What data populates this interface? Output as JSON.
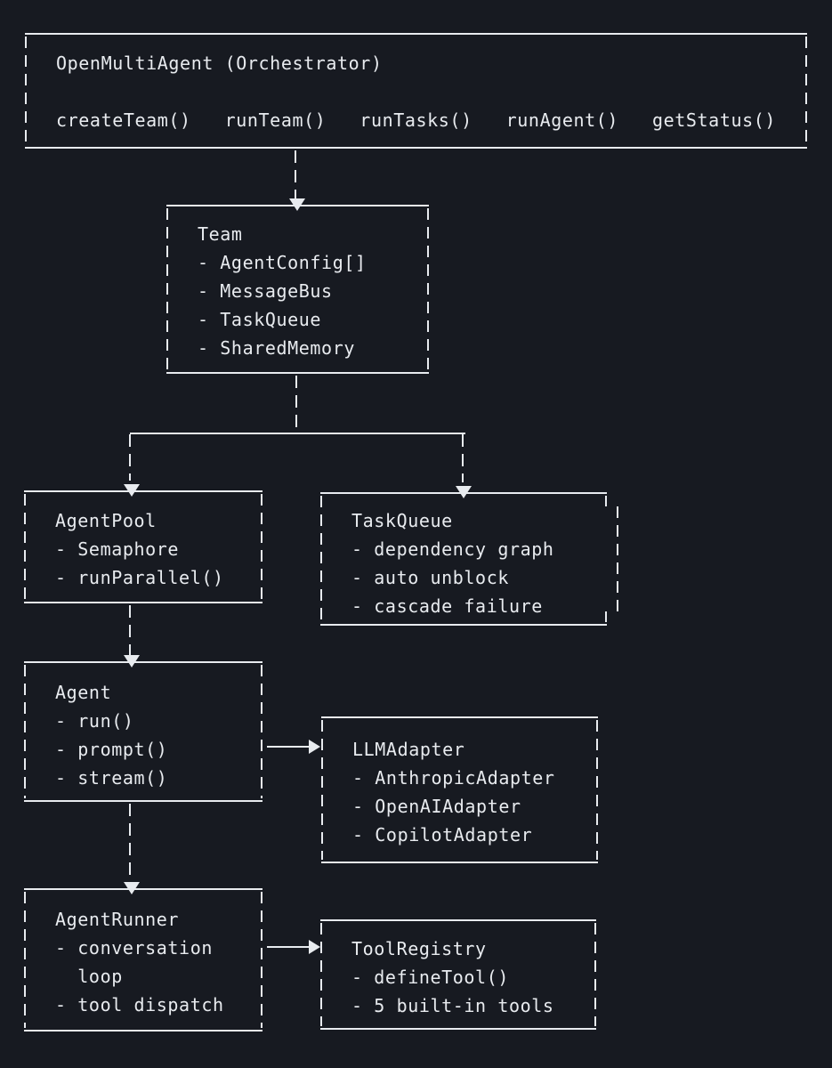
{
  "colors": {
    "background": "#171a21",
    "foreground": "#e8ebef"
  },
  "boxes": {
    "orchestrator": {
      "title": "OpenMultiAgent (Orchestrator)",
      "methods": "createTeam()   runTeam()   runTasks()   runAgent()   getStatus()"
    },
    "team": {
      "title": "Team",
      "items": [
        "- AgentConfig[]",
        "- MessageBus",
        "- TaskQueue",
        "- SharedMemory"
      ]
    },
    "agent_pool": {
      "title": "AgentPool",
      "items": [
        "- Semaphore",
        "- runParallel()"
      ]
    },
    "task_queue": {
      "title": "TaskQueue",
      "items": [
        "- dependency graph",
        "- auto unblock",
        "- cascade failure"
      ]
    },
    "agent": {
      "title": "Agent",
      "items": [
        "- run()",
        "- prompt()",
        "- stream()"
      ]
    },
    "llm_adapter": {
      "title": "LLMAdapter",
      "items": [
        "- AnthropicAdapter",
        "- OpenAIAdapter",
        "- CopilotAdapter"
      ]
    },
    "agent_runner": {
      "title": "AgentRunner",
      "items": [
        "- conversation",
        "  loop",
        "- tool dispatch"
      ]
    },
    "tool_registry": {
      "title": "ToolRegistry",
      "items": [
        "- defineTool()",
        "- 5 built-in tools"
      ]
    }
  }
}
